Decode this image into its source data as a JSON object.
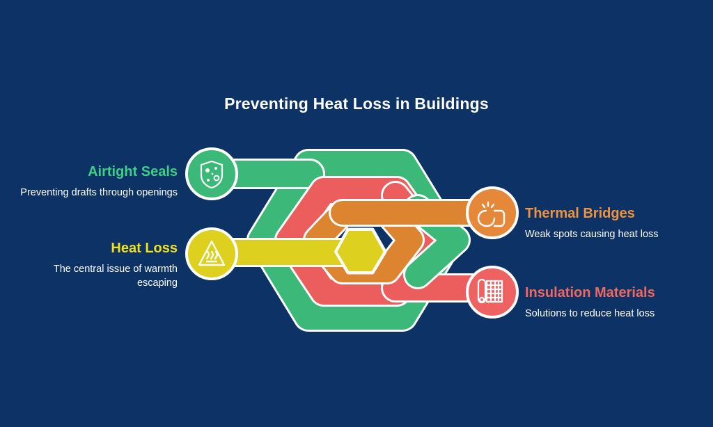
{
  "page": {
    "title": "Preventing Heat Loss in Buildings",
    "background_color": "#0d3266"
  },
  "palette": {
    "green": "#3cb878",
    "yellow": "#ddd01e",
    "orange": "#dd8430",
    "red": "#ec5d5d",
    "stroke": "#ffffff",
    "navy": "#0d3266",
    "text_white": "#ffffff"
  },
  "nodes": [
    {
      "id": "airtight-seals",
      "title": "Airtight Seals",
      "description": "Preventing drafts through openings",
      "color": "#3cb878",
      "icon": "shield-dots-icon",
      "side": "left"
    },
    {
      "id": "heat-loss",
      "title": "Heat Loss",
      "description": "The central issue of warmth escaping",
      "color": "#ddd01e",
      "icon": "hot-surface-warning-icon",
      "side": "left"
    },
    {
      "id": "thermal-bridges",
      "title": "Thermal Bridges",
      "description": "Weak spots causing heat loss",
      "color": "#e5883a",
      "icon": "magnet-icon",
      "side": "right"
    },
    {
      "id": "insulation-materials",
      "title": "Insulation Materials",
      "description": "Solutions to reduce heat loss",
      "color": "#ef6262",
      "icon": "insulation-roll-icon",
      "side": "right"
    }
  ]
}
